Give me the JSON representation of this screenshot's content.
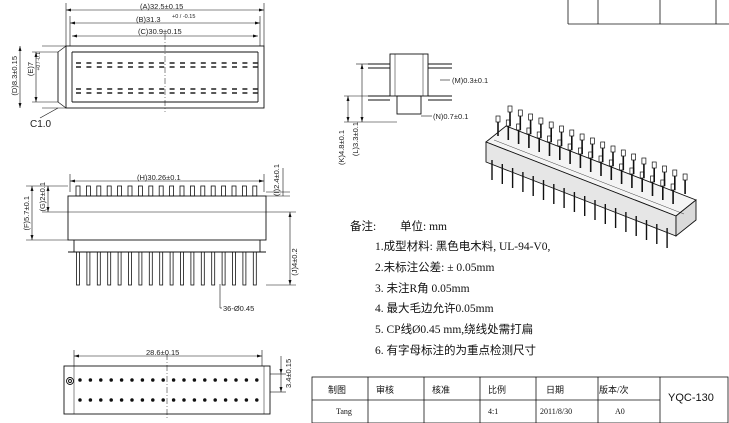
{
  "top_view": {
    "dim_a": "(A)32.5±0.15",
    "dim_b": "(B)31.3",
    "dim_b_tol": "+0 / -0.15",
    "dim_c": "(C)30.9±0.15",
    "dim_d": "(D)8.3±0.15",
    "dim_e": "(E)7",
    "dim_e_tol": "+0 / -0.1",
    "chamfer": "C1.0"
  },
  "side_view": {
    "dim_m": "(M)0.3±0.1",
    "dim_n": "(N)0.7±0.1",
    "dim_k": "(K)4.8±0.1",
    "dim_l": "(L)3.3±0.1"
  },
  "front_view": {
    "dim_h": "(H)30.26±0.1",
    "dim_i": "(I)2.4±0.1",
    "dim_f": "(F)5.7±0.1",
    "dim_g": "(G)2±0.1",
    "dim_j": "(J)4±0.2",
    "pin_callout": "36-Ø0.45"
  },
  "bottom_view": {
    "width": "28.6±0.15",
    "height": "3.4±0.15"
  },
  "notes": {
    "heading": "备注:",
    "unit": "单位: mm",
    "items": [
      "1.成型材料: 黑色电木料, UL-94-V0,",
      "2.未标注公差: ± 0.05mm",
      "3. 未注R角 0.05mm",
      "4. 最大毛边允许0.05mm",
      "5. CP线Ø0.45 mm,绕线处需打扁",
      "6. 有字母标注的为重点检测尺寸"
    ]
  },
  "title_block": {
    "headers": [
      "制图",
      "审核",
      "核准",
      "比例",
      "日期",
      "版本/次"
    ],
    "values": [
      "Tang",
      "",
      "",
      "4:1",
      "2011/8/30",
      "A0"
    ],
    "part_number": "YQC-130"
  }
}
